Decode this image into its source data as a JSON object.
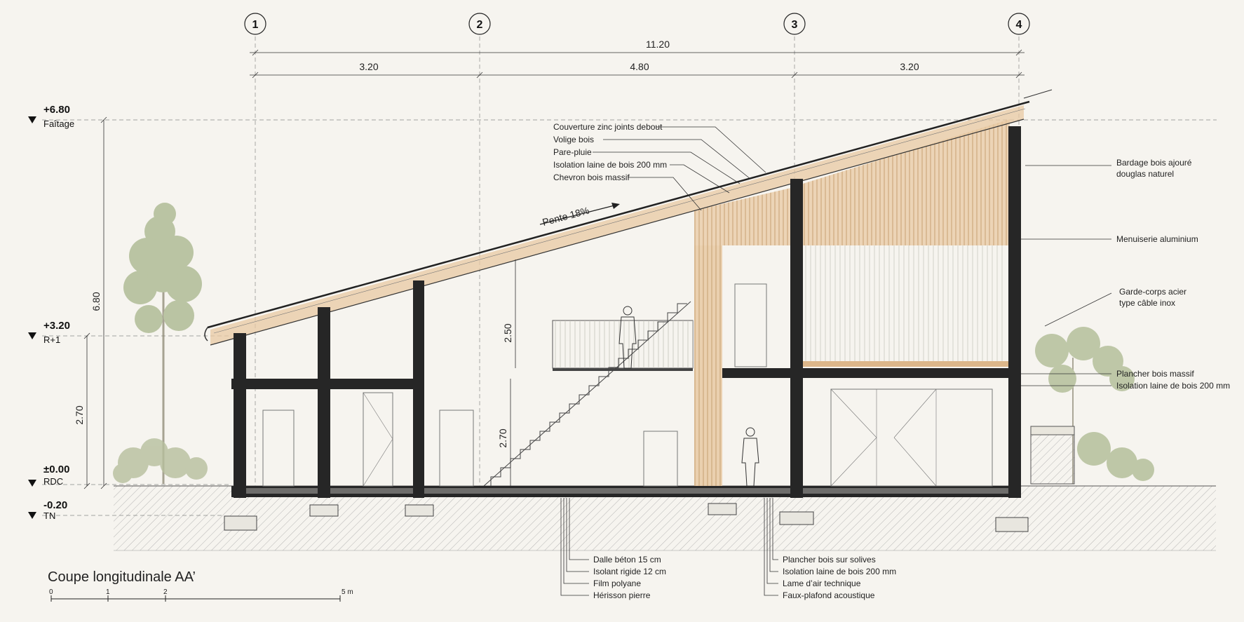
{
  "drawing": {
    "title": "Coupe longitudinale AA’",
    "scale_bar": {
      "ticks": [
        "0",
        "1",
        "2"
      ],
      "end_label": "5 m"
    }
  },
  "grid_axes": [
    "1",
    "2",
    "3",
    "4"
  ],
  "dimensions": {
    "overall": "11.20",
    "spans": [
      "3.20",
      "4.80",
      "3.20"
    ],
    "height_total": "6.80",
    "height_ground_floor": "2.70",
    "height_stair": "2.70",
    "height_upper": "2.50"
  },
  "levels": [
    {
      "value": "+6.80",
      "name": "Faîtage"
    },
    {
      "value": "+3.20",
      "name": "R+1"
    },
    {
      "value": "±0.00",
      "name": "RDC"
    },
    {
      "value": "-0.20",
      "name": "TN"
    }
  ],
  "roof": {
    "slope_label": "Pente 18%"
  },
  "roof_layers": [
    "Couverture zinc joints debout",
    "Volige bois",
    "Pare-pluie",
    "Isolation laine de bois 200 mm",
    "Chevron bois massif"
  ],
  "right_notes": [
    "Bardage bois ajouré",
    "douglas naturel",
    "Menuiserie aluminium",
    "Garde-corps acier",
    "type câble inox",
    "Plancher bois massif",
    "Isolation laine de bois 200 mm"
  ],
  "floor_slab_layers": [
    "Dalle béton 15 cm",
    "Isolant rigide 12 cm",
    "Film polyane",
    "Hérisson pierre"
  ],
  "floor_wood_layers": [
    "Plancher bois sur solives",
    "Isolation laine de bois 200 mm",
    "Lame d’air technique",
    "Faux-plafond acoustique"
  ],
  "colors": {
    "structure": "#262626",
    "timber": "#e8c9a3",
    "vegetation": "#a7b48a",
    "paper": "#f6f4ef"
  }
}
